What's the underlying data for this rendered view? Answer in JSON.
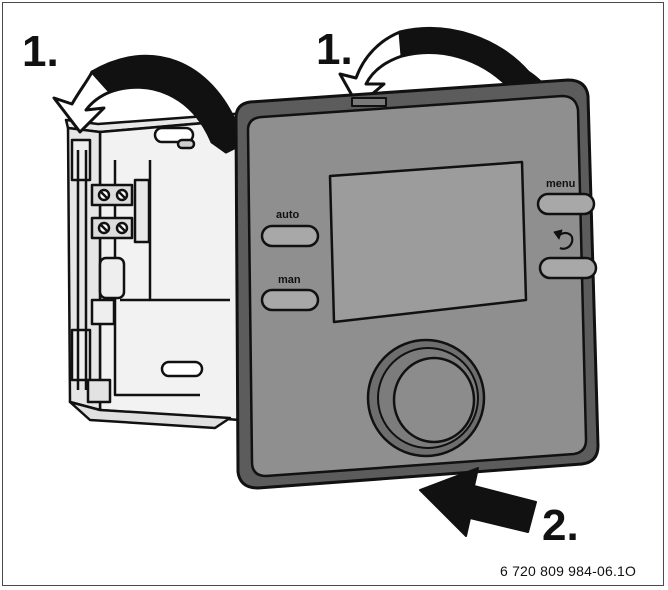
{
  "figure": {
    "step_top_left": "1.",
    "step_top_right": "1.",
    "step_bottom": "2.",
    "reference_code": "6 720 809 984-06.1O"
  },
  "controller": {
    "button_auto": "auto",
    "button_man": "man",
    "button_menu": "menu",
    "button_back_icon": "back-arrow-icon",
    "knob_icon": "rotary-knob-icon"
  },
  "colors": {
    "outline": "#111111",
    "housing_fill": "#8e8e8e",
    "housing_dark": "#5e5e5e",
    "display_fill": "#9a9a9a",
    "mount_fill": "#f2f2f2"
  }
}
